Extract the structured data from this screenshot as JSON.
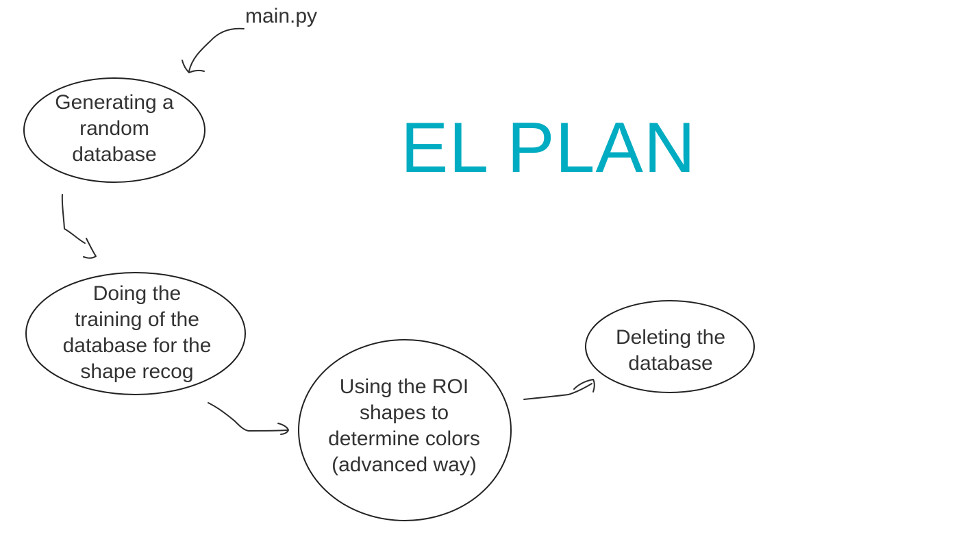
{
  "diagram": {
    "title": "EL PLAN",
    "title_color": "#00acc1",
    "file_label": "main.py",
    "nodes": [
      {
        "id": "generate",
        "text": "Generating a\nrandom\ndatabase"
      },
      {
        "id": "train",
        "text": "Doing the\ntraining of the\ndatabase for the\nshape recog"
      },
      {
        "id": "roi",
        "text": "Using the ROI\nshapes to\ndetermine colors\n(advanced way)"
      },
      {
        "id": "delete",
        "text": "Deleting the\ndatabase"
      }
    ],
    "edges": [
      {
        "from": "file_label",
        "to": "generate"
      },
      {
        "from": "generate",
        "to": "train"
      },
      {
        "from": "train",
        "to": "roi"
      },
      {
        "from": "roi",
        "to": "delete"
      }
    ]
  }
}
